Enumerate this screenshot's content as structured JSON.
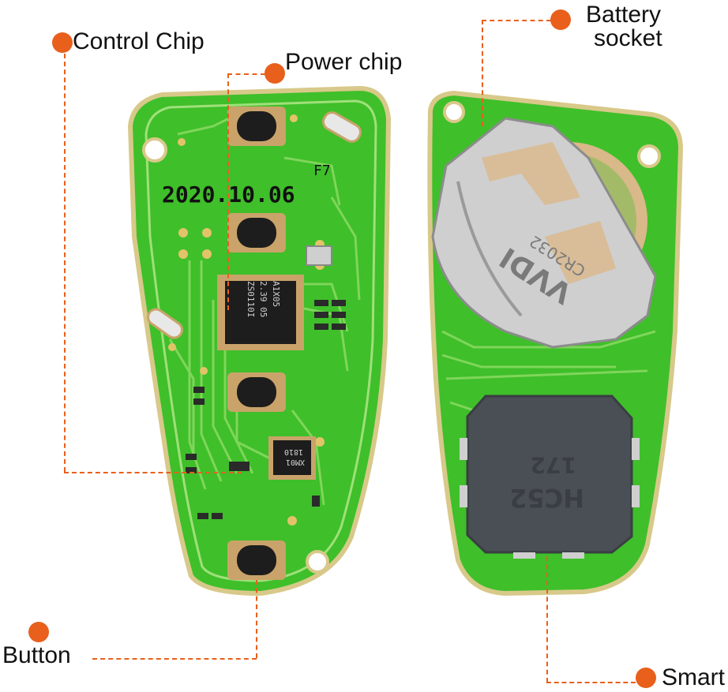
{
  "labels": {
    "control_chip": "Control Chip",
    "power_chip": "Power chip",
    "battery_socket_line1": "Battery",
    "battery_socket_line2": "socket",
    "button": "Button",
    "smart": "Smart"
  },
  "board_markings": {
    "date": "2020.10.06",
    "batch": "F7",
    "control_chip_line1": "A1X05",
    "control_chip_line2": "2.39 05",
    "control_chip_line3": "ZS0110I",
    "power_chip_line1": "XM01",
    "power_chip_line2": "1810",
    "battery_brand": "VVDI",
    "battery_code": "CR2032",
    "smart_chip_line1": "HC52",
    "smart_chip_line2": "172"
  },
  "colors": {
    "pcb_green": "#3fbf2a",
    "pcb_edge": "#d8c98a",
    "trace": "#7fd65a",
    "callout": "#e8601c",
    "chip": "#1d1d1d",
    "metal": "#cfcfcf",
    "encapsulant": "#4a4f55"
  }
}
